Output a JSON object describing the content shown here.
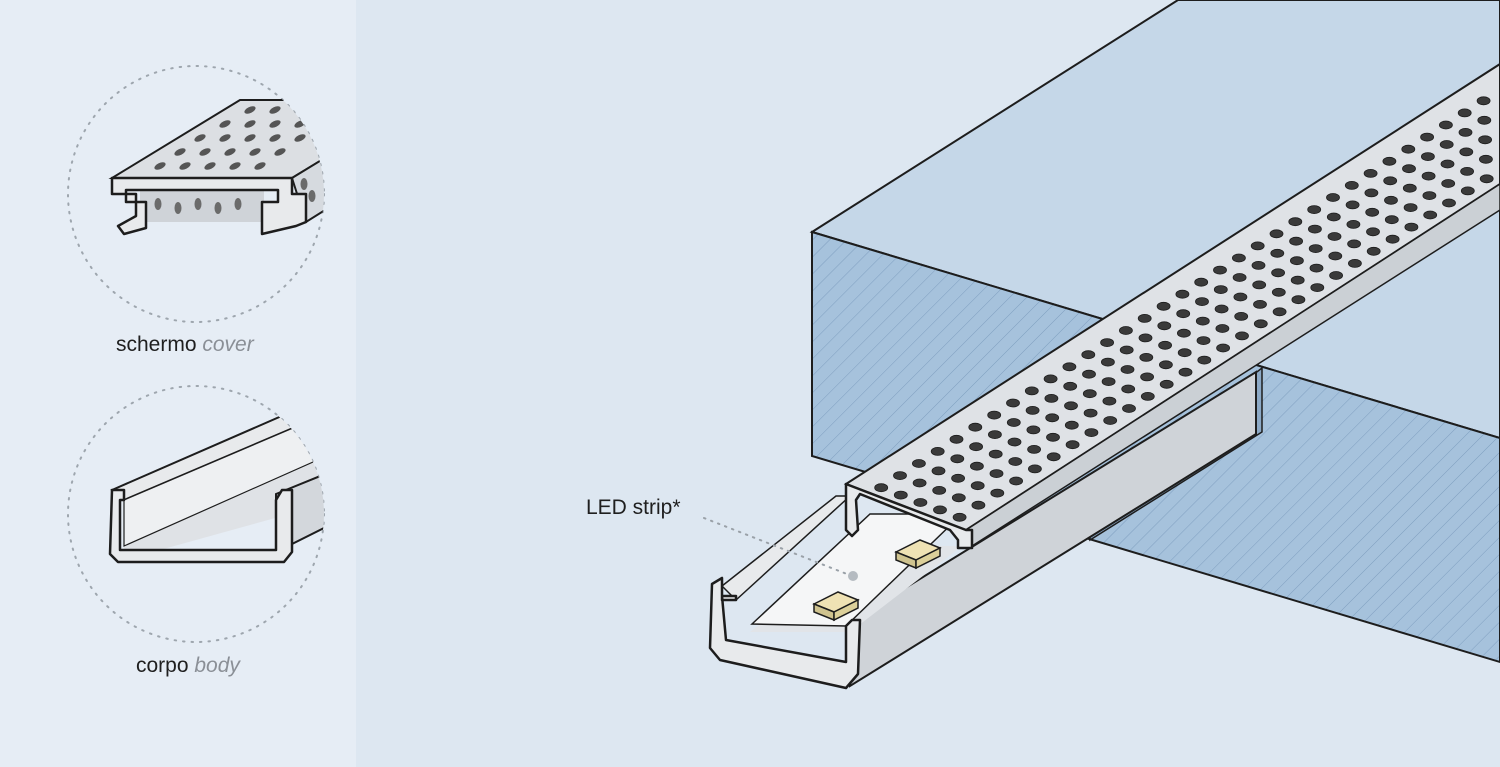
{
  "labels": {
    "cover_it": "schermo",
    "cover_en": "cover",
    "body_it": "corpo",
    "body_en": "body",
    "led": "LED strip*"
  },
  "colors": {
    "background": "#dde7f1",
    "panel": "#e6edf5",
    "block_top": "#c5d7e8",
    "block_side": "#a6c2dc",
    "metal": "#e8eaec",
    "metal_shade": "#cfd3d8",
    "outline": "#1d1d1d",
    "hole": "#3a3a3a",
    "led_chip": "#efe2b4"
  },
  "icons": [
    "dotted-circle-icon",
    "perforated-cover-icon",
    "channel-body-icon",
    "led-chip-icon"
  ]
}
